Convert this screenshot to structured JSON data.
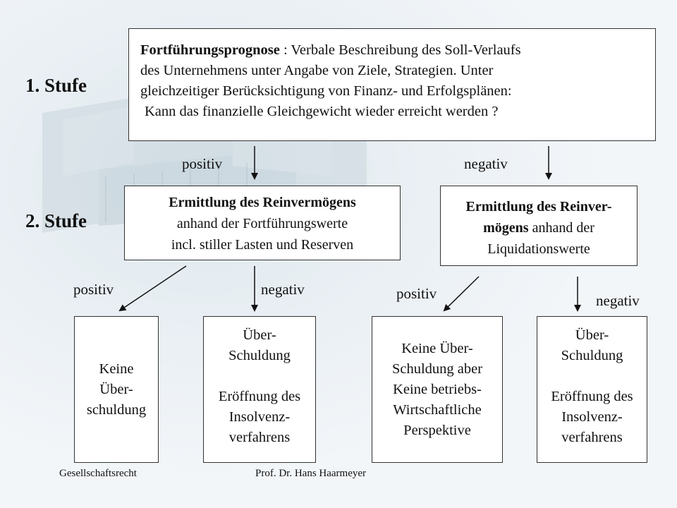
{
  "stages": {
    "stage1": "1. Stufe",
    "stage2": "2. Stufe"
  },
  "box1": {
    "title": "Fortführungsprognose",
    "lines": [
      " : Verbale Beschreibung des Soll-Verlaufs",
      "des Unternehmens unter Angabe von Ziele, Strategien. Unter",
      "gleichzeitiger Berücksichtigung von Finanz- und Erfolgsplänen:",
      "Kann das finanzielle Gleichgewicht wieder erreicht werden ?"
    ]
  },
  "labels": {
    "positiv_top": "positiv",
    "negativ_top": "negativ",
    "positiv_left": "positiv",
    "negativ_left": "negativ",
    "positiv_right": "positiv",
    "negativ_right": "negativ"
  },
  "box2a": {
    "title": "Ermittlung des Reinvermögens",
    "line2": "anhand der Fortführungswerte",
    "line3": "incl. stiller Lasten und Reserven"
  },
  "box2b": {
    "title_line1": "Ermittlung des Reinver-",
    "title_line2": "mögens",
    "line2_rest": " anhand der",
    "line3": "Liquidationswerte"
  },
  "leaf1": {
    "lines": [
      "Keine",
      "Über-",
      "schuldung"
    ]
  },
  "leaf2": {
    "lines_a": [
      "Über-",
      "Schuldung"
    ],
    "lines_b": [
      "Eröffnung des",
      "Insolvenz-",
      "verfahrens"
    ]
  },
  "leaf3": {
    "lines": [
      "Keine Über-",
      "Schuldung aber",
      "Keine betriebs-",
      "Wirtschaftliche",
      "Perspektive"
    ]
  },
  "leaf4": {
    "lines_a": [
      "Über-",
      "Schuldung"
    ],
    "lines_b": [
      "Eröffnung des",
      "Insolvenz-",
      "verfahrens"
    ]
  },
  "footer": {
    "left": "Gesellschaftsrecht",
    "center": "Prof. Dr. Hans Haarmeyer"
  }
}
